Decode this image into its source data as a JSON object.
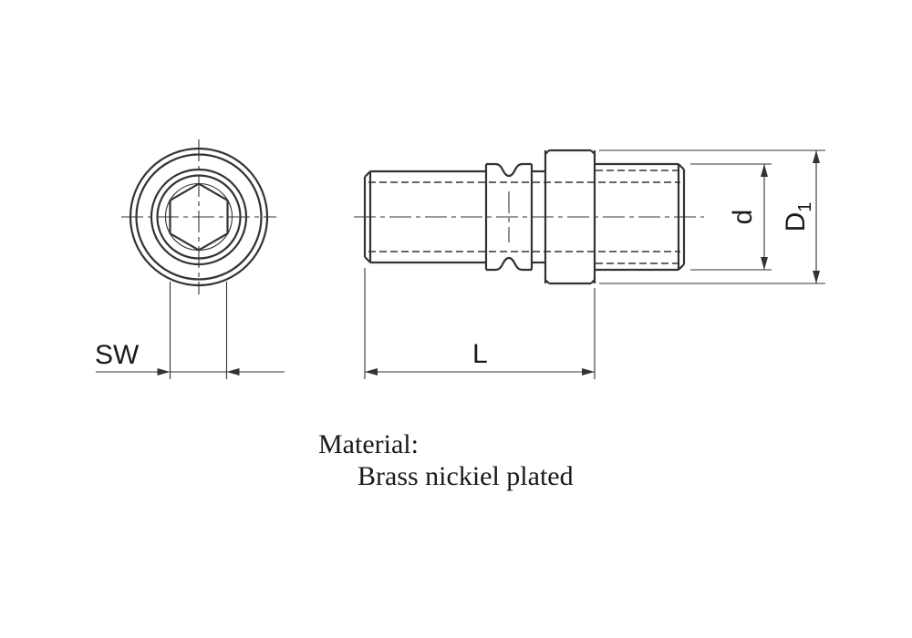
{
  "drawing": {
    "labels": {
      "sw": "SW",
      "l": "L",
      "d": "d",
      "d1_base": "D",
      "d1_sub": "1"
    },
    "note": {
      "material_line1": "Material:",
      "material_line2": "Brass nickiel plated"
    },
    "colors": {
      "line": "#333333",
      "background": "#ffffff"
    }
  }
}
